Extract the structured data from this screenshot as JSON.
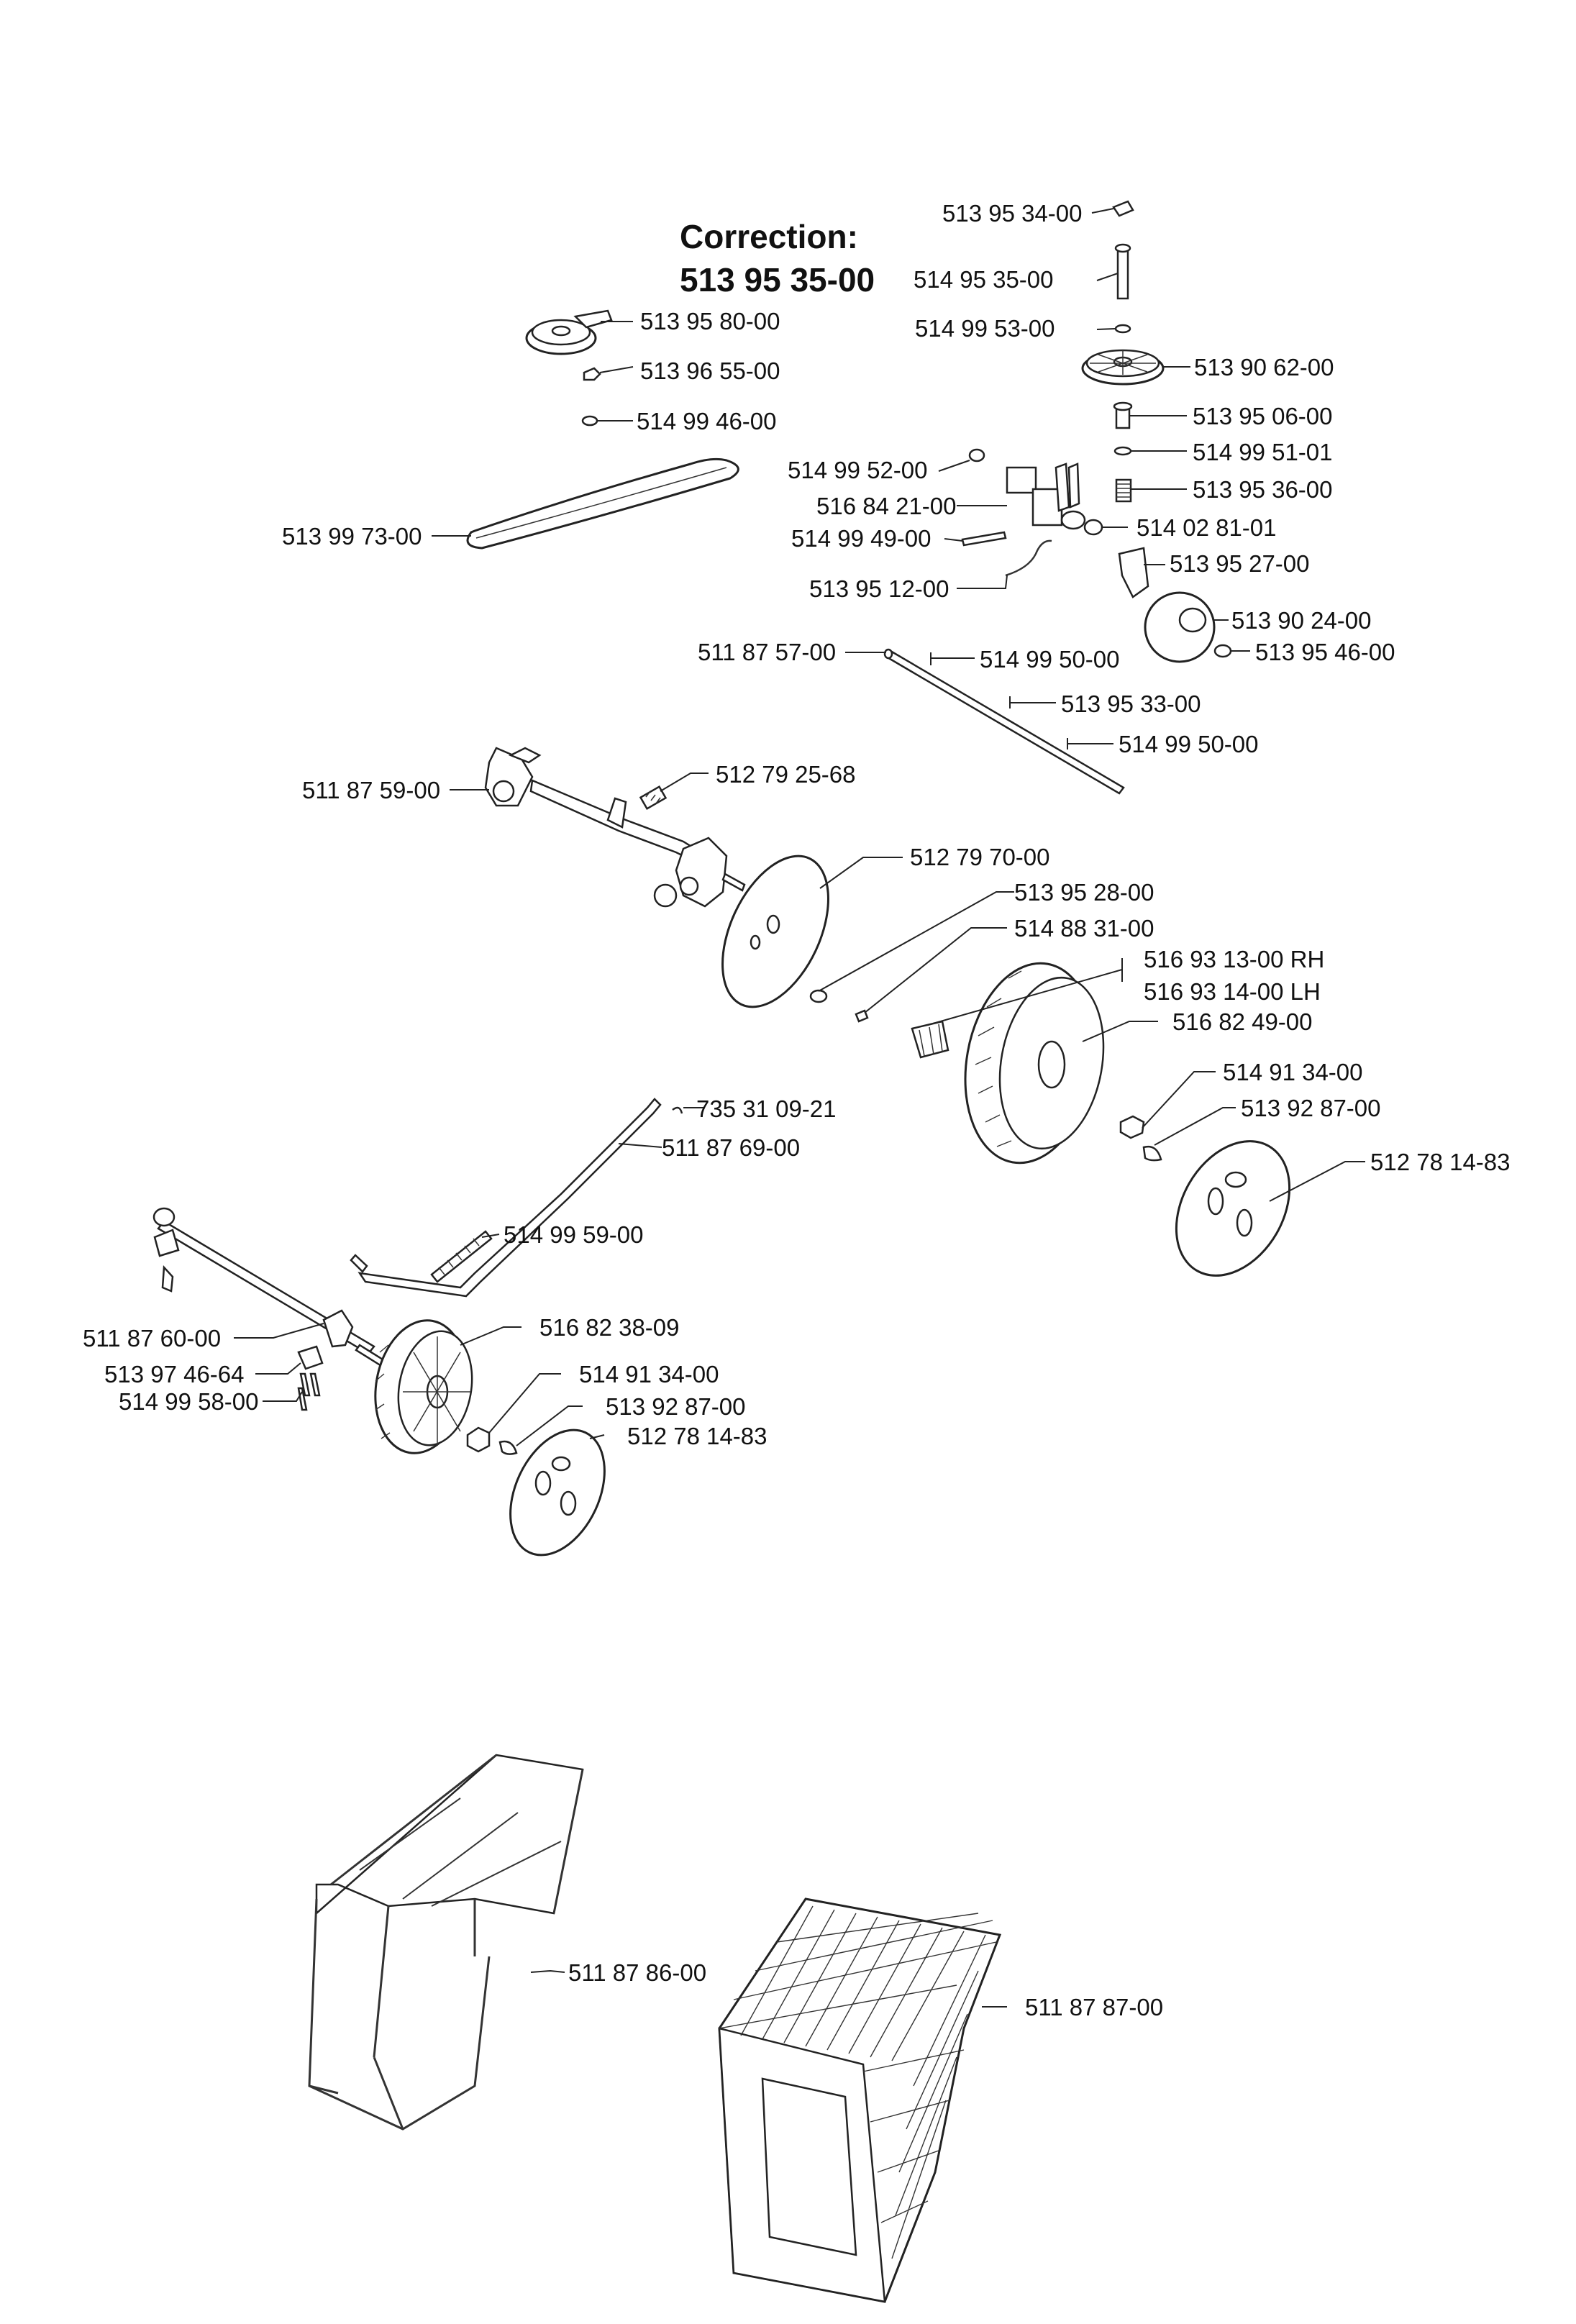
{
  "correction": {
    "title": "Correction:",
    "number": "513 95 35-00"
  },
  "parts": {
    "p1": "513 95 34-00",
    "p2": "514 95 35-00",
    "p3": "514 99 53-00",
    "p4": "513 90 62-00",
    "p5": "513 95 06-00",
    "p6": "514 99 51-01",
    "p7": "513 95 36-00",
    "p8": "514 02 81-01",
    "p9": "513 95 27-00",
    "p10": "513 90 24-00",
    "p11": "513 95 46-00",
    "p12": "513 95 80-00",
    "p13": "513 96 55-00",
    "p14": "514 99 46-00",
    "p15": "513 99 73-00",
    "p16": "514 99 52-00",
    "p17": "516 84 21-00",
    "p18": "514 99 49-00",
    "p19": "513 95 12-00",
    "p20": "511 87 57-00",
    "p21": "514 99 50-00",
    "p22": "513 95 33-00",
    "p23": "514 99 50-00",
    "p24": "511 87 59-00",
    "p25": "512 79 25-68",
    "p26": "512 79 70-00",
    "p27": "513 95 28-00",
    "p28": "514 88 31-00",
    "p29": "516 93 13-00 RH",
    "p30": "516 93 14-00 LH",
    "p31": "516 82 49-00",
    "p32": "514 91 34-00",
    "p33": "513 92 87-00",
    "p34": "512 78 14-83",
    "p35": "735 31 09-21",
    "p36": "511 87 69-00",
    "p37": "514 99 59-00",
    "p38": "511 87 60-00",
    "p39": "513 97 46-64",
    "p40": "514 99 58-00",
    "p41": "516 82 38-09",
    "p42": "514 91 34-00",
    "p43": "513 92 87-00",
    "p44": "512 78 14-83",
    "p45": "511 87 86-00",
    "p46": "511 87 87-00"
  }
}
